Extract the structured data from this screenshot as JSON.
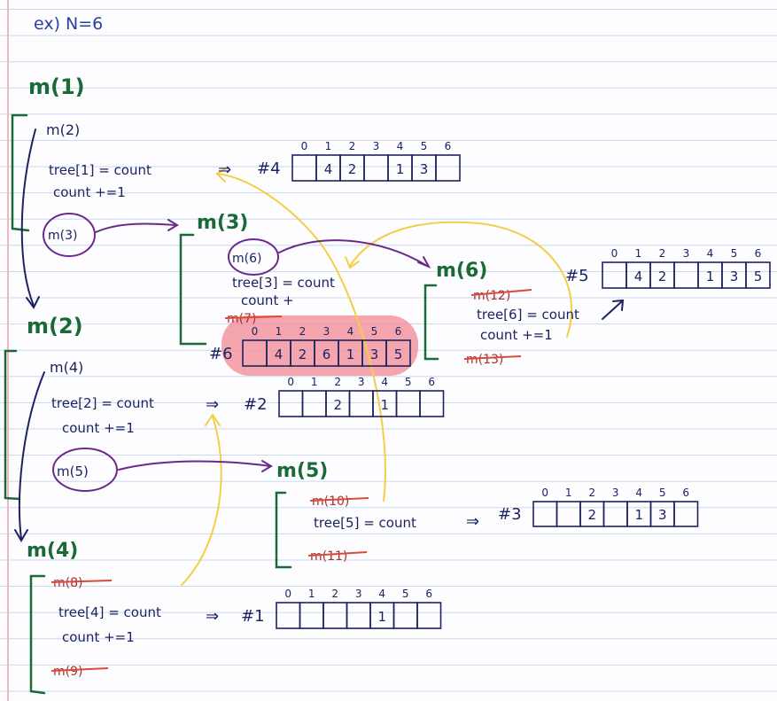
{
  "example_header": "ex) N=6",
  "calls": {
    "m1": "m(1)",
    "m2_top": "m(2)",
    "m3_small": "m(3)",
    "m3": "m(3)",
    "m6_small": "m(6)",
    "m6": "m(6)",
    "m2": "m(2)",
    "m4_small": "m(4)",
    "m5_small": "m(5)",
    "m5": "m(5)",
    "m4": "m(4)"
  },
  "statements": {
    "tree1": "tree[1] = count",
    "count1": "count +=1",
    "tree3": "tree[3] = count",
    "count3": "count +",
    "tree6": "tree[6] = count",
    "count6": "count +=1",
    "tree2": "tree[2] = count",
    "count2": "count +=1",
    "tree5": "tree[5] = count",
    "tree4": "tree[4] = count",
    "count4": "count +=1"
  },
  "struck": {
    "m7": "m(7)",
    "m12": "m(12)",
    "m13": "m(13)",
    "m10": "m(10)",
    "m11": "m(11)",
    "m8": "m(8)",
    "m9": "m(9)"
  },
  "arrow_symbol": "⇒",
  "index_labels": [
    "0",
    "1",
    "2",
    "3",
    "4",
    "5",
    "6"
  ],
  "arrays": [
    {
      "label": "#1",
      "cells": [
        "",
        "",
        "",
        "",
        "1",
        "",
        ""
      ]
    },
    {
      "label": "#2",
      "cells": [
        "",
        "",
        "2",
        "",
        "1",
        "",
        ""
      ]
    },
    {
      "label": "#3",
      "cells": [
        "",
        "",
        "2",
        "",
        "1",
        "3",
        ""
      ]
    },
    {
      "label": "#4",
      "cells": [
        "",
        "4",
        "2",
        "",
        "1",
        "3",
        ""
      ]
    },
    {
      "label": "#5",
      "cells": [
        "",
        "4",
        "2",
        "",
        "1",
        "3",
        "5"
      ]
    },
    {
      "label": "#6",
      "cells": [
        "",
        "4",
        "2",
        "6",
        "1",
        "3",
        "5"
      ]
    }
  ],
  "colors": {
    "navy_ink": "#1c2360",
    "green_ink": "#1a6a38",
    "purple_ink": "#6a2a8a",
    "yellow_ink": "#f2cf45",
    "red_strike": "#d94a3a",
    "highlight": "#f28e9a"
  }
}
